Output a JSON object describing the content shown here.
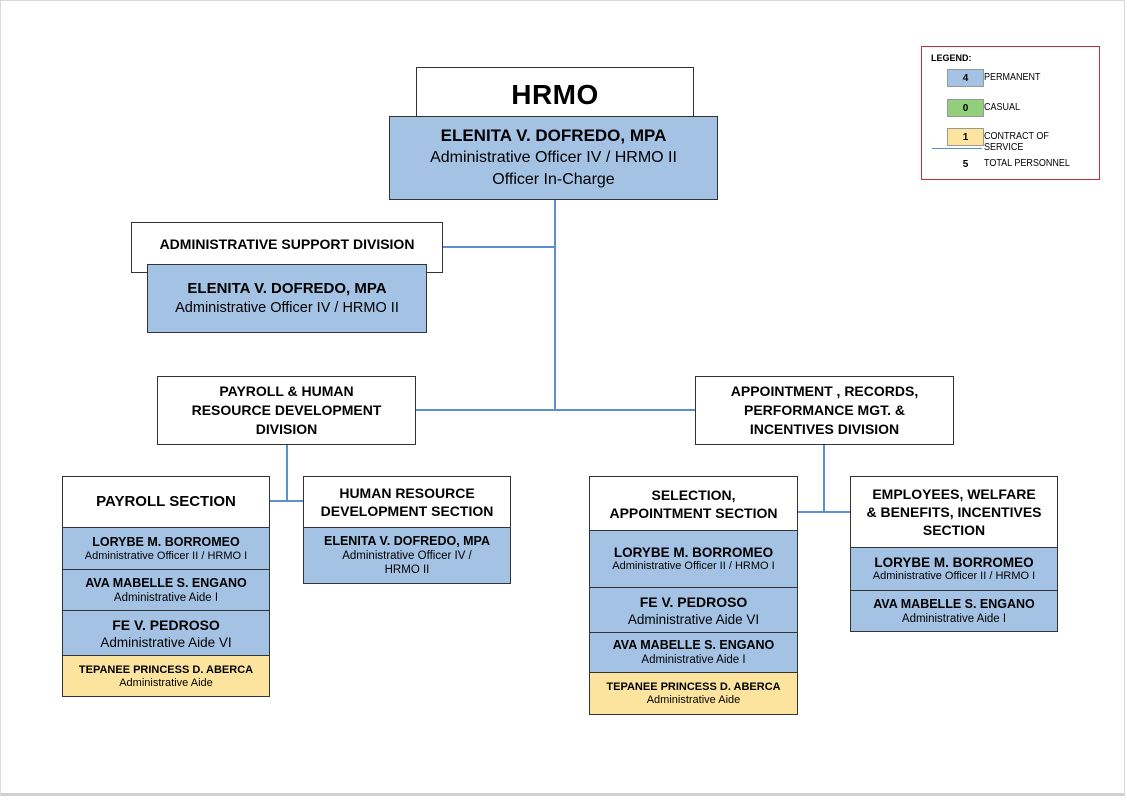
{
  "top": {
    "title": "HRMO",
    "name": "ELENITA V. DOFREDO, MPA",
    "role": "Administrative Officer IV / HRMO II",
    "role2": "Officer In-Charge"
  },
  "admin_division": {
    "title": "ADMINISTRATIVE SUPPORT DIVISION",
    "name": "ELENITA V. DOFREDO, MPA",
    "role": "Administrative Officer IV / HRMO II"
  },
  "payroll_division": {
    "line1": "PAYROLL & HUMAN",
    "line2": "RESOURCE DEVELOPMENT",
    "line3": "DIVISION"
  },
  "appointment_division": {
    "line1": "APPOINTMENT , RECORDS,",
    "line2": "PERFORMANCE MGT. &",
    "line3": "INCENTIVES DIVISION"
  },
  "payroll_section": {
    "title": "PAYROLL SECTION",
    "staff": [
      {
        "name": "LORYBE M. BORROMEO",
        "role": "Administrative Officer II / HRMO I"
      },
      {
        "name": "AVA MABELLE S. ENGANO",
        "role": "Administrative Aide I"
      },
      {
        "name": "FE V. PEDROSO",
        "role": "Administrative Aide VI"
      },
      {
        "name": "TEPANEE PRINCESS D.  ABERCA",
        "role": "Administrative Aide"
      }
    ]
  },
  "hrd_section": {
    "line1": "HUMAN RESOURCE",
    "line2": "DEVELOPMENT SECTION",
    "name": "ELENITA V. DOFREDO, MPA",
    "role1": "Administrative Officer IV /",
    "role2": "HRMO II"
  },
  "selection_section": {
    "line1": "SELECTION,",
    "line2": "APPOINTMENT SECTION",
    "staff": [
      {
        "name": "LORYBE M. BORROMEO",
        "role": "Administrative Officer II / HRMO I"
      },
      {
        "name": "FE V. PEDROSO",
        "role": "Administrative Aide VI"
      },
      {
        "name": "AVA MABELLE S. ENGANO",
        "role": "Administrative Aide I"
      },
      {
        "name": "TEPANEE PRINCESS D. ABERCA",
        "role": "Administrative Aide"
      }
    ]
  },
  "welfare_section": {
    "line1": "EMPLOYEES, WELFARE",
    "line2": "& BENEFITS, INCENTIVES",
    "line3": "SECTION",
    "staff": [
      {
        "name": "LORYBE M. BORROMEO",
        "role": "Administrative Officer II / HRMO I"
      },
      {
        "name": "AVA MABELLE S. ENGANO",
        "role": "Administrative Aide I"
      }
    ]
  },
  "legend": {
    "title": "LEGEND:",
    "items": [
      {
        "count": "4",
        "label": "PERMANENT"
      },
      {
        "count": "0",
        "label": "CASUAL"
      },
      {
        "count": "1",
        "label": "CONTRACT OF SERVICE"
      },
      {
        "count": "5",
        "label": "TOTAL PERSONNEL"
      }
    ]
  },
  "colors": {
    "permanent": "#a4c2e3",
    "casual": "#92cf7c",
    "contract_of_service": "#fde49e",
    "connector": "#5b8fd0",
    "legend_border": "#c0313a"
  }
}
